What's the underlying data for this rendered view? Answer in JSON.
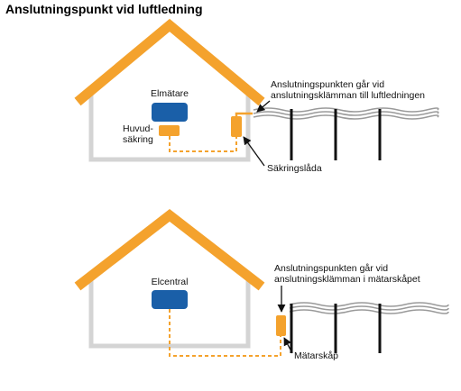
{
  "title": "Anslutningspunkt vid luftledning",
  "colors": {
    "roof": "#f4a22d",
    "wall": "#d4d4d4",
    "device_blue": "#1a5fa8",
    "orange_box": "#f4a22d",
    "dashed_line": "#f4a22d",
    "pole": "#111111",
    "wire": "#9a9a9a",
    "text": "#111111"
  },
  "diagram_top": {
    "meter_label": "Elmätare",
    "main_fuse_label_line1": "Huvud-",
    "main_fuse_label_line2": "säkring",
    "connection_note_line1": "Anslutningspunkten går vid",
    "connection_note_line2": "anslutningsklämman till luftledningen",
    "fuse_box_label": "Säkringslåda"
  },
  "diagram_bottom": {
    "central_label": "Elcentral",
    "connection_note_line1": "Anslutningspunkten går vid",
    "connection_note_line2": "anslutningsklämman i mätarskåpet",
    "meter_cabinet_label": "Mätarskåp"
  }
}
